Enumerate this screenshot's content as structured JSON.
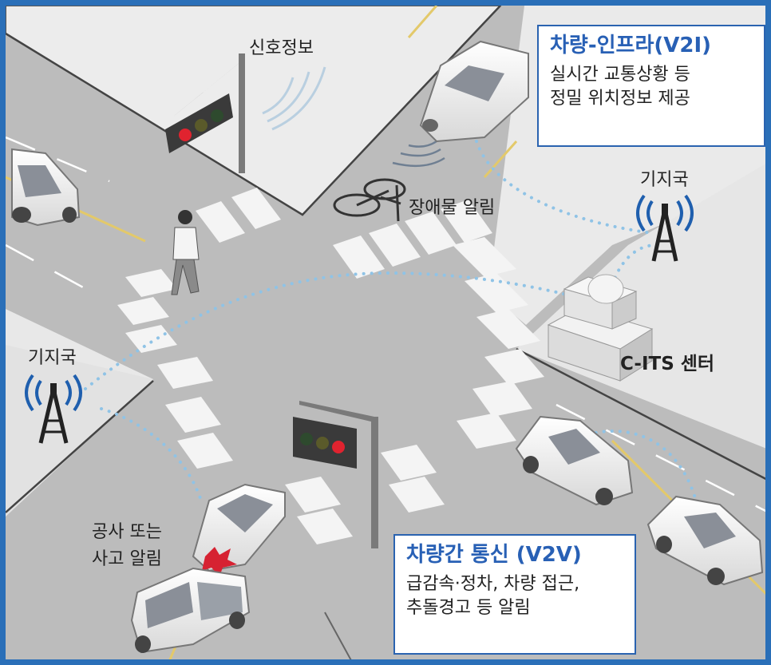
{
  "labels": {
    "signal_info": "신호정보",
    "obstacle_alert": "장애물 알림",
    "base_station_right": "기지국",
    "base_station_left": "기지국",
    "cits_center": "C-ITS 센터",
    "construction_line1": "공사 또는",
    "construction_line2": "사고 알림"
  },
  "v2i_box": {
    "title": "차량-인프라(V2I)",
    "line1": "실시간 교통상황 등",
    "line2": "정밀 위치정보 제공"
  },
  "v2v_box": {
    "title": "차량간 통신 (V2V)",
    "line1": "급감속·정차, 차량 접근,",
    "line2": "추돌경고 등 알림"
  },
  "colors": {
    "frame": "#2a6fb8",
    "accent_text": "#2860b5",
    "road": "#bdbdbd",
    "sidewalk": "#e9e9e9",
    "dotted_link": "#8fc3e6",
    "signal_wave": "#1f5fae"
  }
}
